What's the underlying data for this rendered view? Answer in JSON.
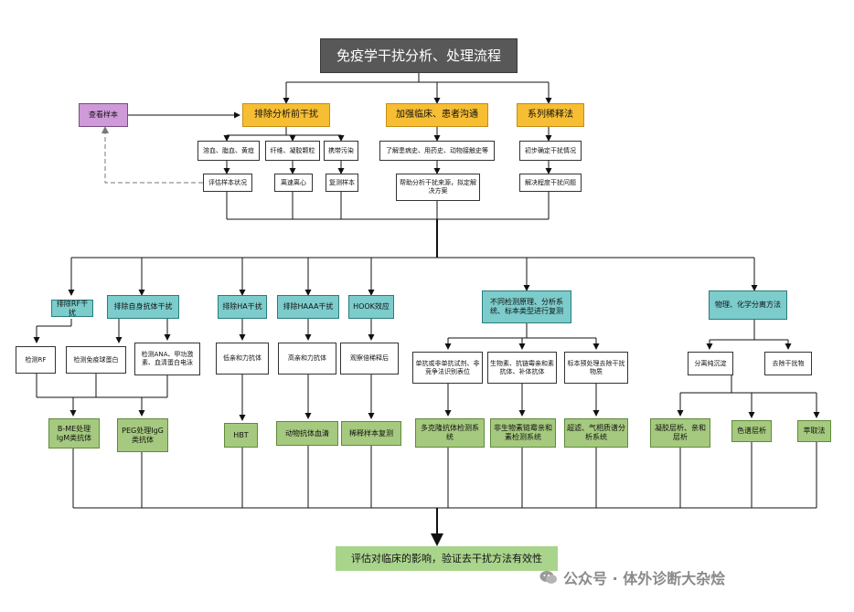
{
  "title": "免疫学干扰分析、处理流程",
  "purple_box": "查看样本",
  "top_branches": {
    "exclude": "排除分析前干扰",
    "communicate": "加强临床、患者沟通",
    "dilution": "系列稀释法"
  },
  "preanalytic": {
    "hemolysis": "溶血、脂血、黄疸",
    "bubbles": "纤维、凝胶颗粒",
    "carryover": "携带污染",
    "redraw": "评估样本状况",
    "recentrifuge": "离速离心",
    "retest": "复测样本"
  },
  "communicate_items": {
    "history": "了解患病史、用药史、动物接触史等",
    "help": "帮助分析干扰来源，拟定解决方案"
  },
  "dilution_items": {
    "initial": "初步确定干扰情况",
    "resolve": "解决程度干扰问题"
  },
  "second_row": {
    "rf": "排除RF干扰",
    "autoab": "排除自身抗体干扰",
    "hama": "排除HA干扰",
    "haaa": "排除HAAA干扰",
    "hook": "HOOK效应",
    "platform": "不同检测原理、分析系统、标本类型进行复测",
    "physchem": "物理、化学分离方法"
  },
  "third_row": {
    "detect_rf": "检测RF",
    "detect_ig": "检测免疫球蛋白",
    "detect_ana": "检测ANA、甲功激素、血清蛋白电泳",
    "low_ab": "低亲和力抗体",
    "high_ab": "高亲和力抗体",
    "watch_dilute": "观察倍稀释后",
    "diff_method": "单抗或非单抗试剂、非竞争法识别表位",
    "biotin": "生物素、抗链霉亲和素抗体、补体抗体",
    "sample_type": "标本预处理去除干扰物质",
    "separation": "分离纯沉淀",
    "remove_interf": "去除干扰物"
  },
  "green_row": {
    "bme": "B-ME处理IgM类抗体",
    "peg": "PEG处理IgG类抗体",
    "hbt": "HBT",
    "animal": "动物抗体血清",
    "dilute": "稀释样本复测",
    "multi": "多克隆抗体检测系统",
    "nonbiotin": "非生物素链霉亲和素检测系统",
    "ultra": "超滤、气相质谱分析系统",
    "gel": "凝胶层析、亲和层析",
    "chrom": "色谱层析",
    "extract": "萃取法"
  },
  "final": "评估对临床的影响，验证去干扰方法有效性",
  "watermark": "公众号 · 体外诊断大杂烩",
  "colors": {
    "title_bg": "#585858",
    "orange": "#f7be33",
    "teal": "#7ccccc",
    "green": "#a5c97e",
    "purple": "#cf9ad8",
    "final": "#a9d48c"
  }
}
